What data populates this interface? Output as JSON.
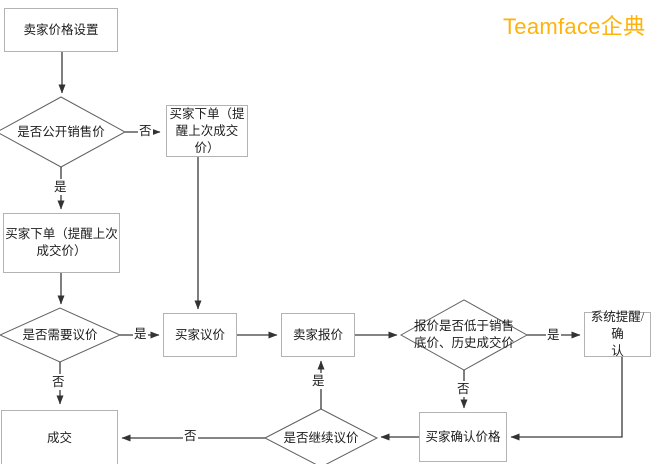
{
  "logo": {
    "text": "Teamface企典",
    "color": "#ffb30a"
  },
  "nodes": {
    "seller_price_setting": "卖家价格设置",
    "is_price_public": "是否公开销售价",
    "buyer_order_reminder_top": "买家下单（提\n醒上次成交\n价）",
    "buyer_order_reminder_left": "买家下单（提醒上次\n成交价）",
    "need_bargain": "是否需要议价",
    "buyer_bargain": "买家议价",
    "seller_quote": "卖家报价",
    "quote_below_floor": "报价是否低于销售\n底价、历史成交价",
    "system_remind_confirm": "系统提醒/确\n认",
    "buyer_confirm_price": "买家确认价格",
    "continue_bargain": "是否继续议价",
    "deal": "成交"
  },
  "edge_labels": {
    "public_no": "否",
    "public_yes": "是",
    "need_yes": "是",
    "need_no": "否",
    "below_yes": "是",
    "below_no": "否",
    "continue_yes": "是",
    "continue_no": "否"
  },
  "colors": {
    "line": "#3a3a3a",
    "diamond_stroke": "#616161",
    "box_border": "#b3b3b3"
  }
}
